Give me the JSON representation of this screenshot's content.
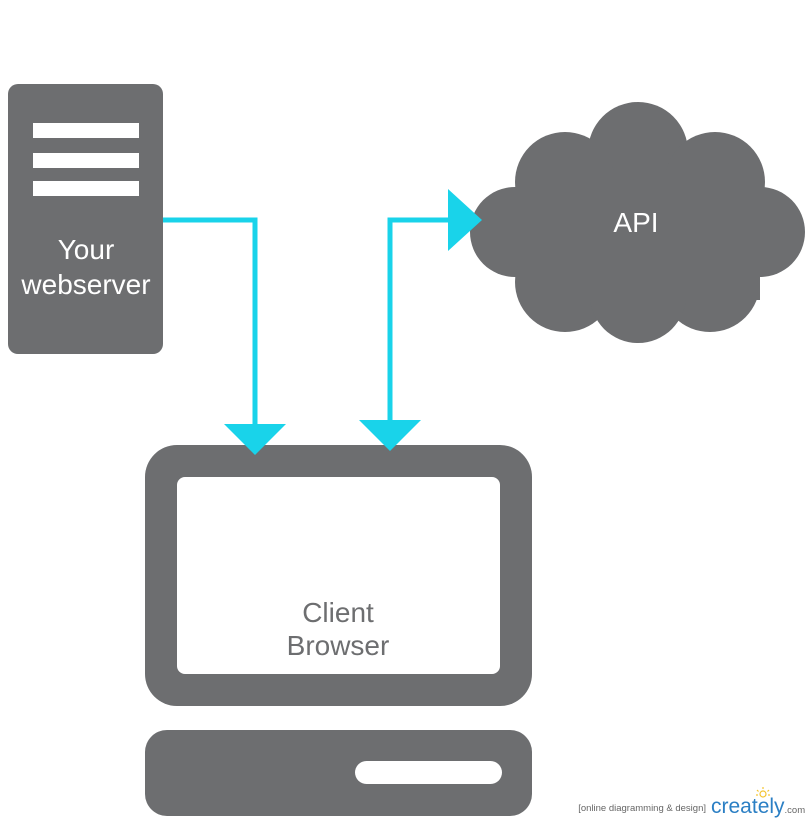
{
  "nodes": {
    "webserver": {
      "line1": "Your",
      "line2": "webserver"
    },
    "api": {
      "label": "API"
    },
    "client": {
      "line1": "Client",
      "line2": "Browser"
    }
  },
  "watermark": {
    "tagline": "[online diagramming & design]",
    "brand_prefix": "creat",
    "brand_suffix": "ly",
    "domain": ".com"
  },
  "colors": {
    "node_fill": "#6d6e70",
    "arrow": "#19d3ea",
    "brand": "#2b7fc4",
    "watermark_text": "#666666",
    "screen_fill": "#ffffff"
  }
}
